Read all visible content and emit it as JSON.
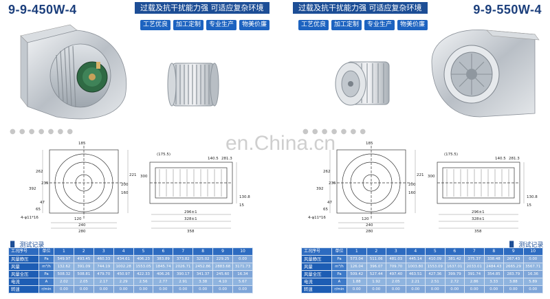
{
  "left": {
    "model": "9-9-450W-4",
    "banner": "过载及抗干扰能力强 可适应复杂环境",
    "tags": [
      "工艺优良",
      "加工定制",
      "专业生产",
      "物美价廉"
    ],
    "drawing_labels": [
      "185",
      "262",
      "235",
      "392",
      "221",
      "200",
      "160",
      "65",
      "47",
      "120",
      "4-φ11*16",
      "240",
      "280",
      "(175.5)",
      "300",
      "140.5",
      "281.3",
      "296±1",
      "328±1",
      "358",
      "130.8",
      "15"
    ],
    "record_title": "测试记录",
    "table": {
      "header": [
        "工况序号",
        "单位",
        "1",
        "2",
        "3",
        "4",
        "5",
        "6",
        "7",
        "8",
        "9",
        "10"
      ],
      "rows": [
        [
          "风量静压",
          "Pa",
          "549.97",
          "493.45",
          "460.33",
          "434.61",
          "406.23",
          "383.89",
          "373.82",
          "325.02",
          "229.25",
          "0.00"
        ],
        [
          "风量",
          "m³/h",
          "132.62",
          "391.09",
          "744.19",
          "1002.28",
          "1553.05",
          "1845.74",
          "2026.71",
          "2452.86",
          "2883.68",
          "3171.73"
        ],
        [
          "风量全压",
          "Pa",
          "508.32",
          "508.81",
          "479.70",
          "450.97",
          "422.33",
          "406.26",
          "390.17",
          "341.37",
          "245.60",
          "16.34"
        ],
        [
          "电流",
          "A",
          "2.02",
          "2.05",
          "2.17",
          "2.29",
          "2.56",
          "2.77",
          "2.91",
          "3.38",
          "4.10",
          "5.67"
        ],
        [
          "转速",
          "r/min",
          "0.00",
          "0.00",
          "0.00",
          "0.00",
          "0.00",
          "0.00",
          "0.00",
          "0.00",
          "0.00",
          "0.00"
        ]
      ]
    }
  },
  "right": {
    "model": "9-9-550W-4",
    "banner": "过载及抗干扰能力强 可适应复杂环境",
    "tags": [
      "工艺优良",
      "加工定制",
      "专业生产",
      "物美价廉"
    ],
    "drawing_labels": [
      "185",
      "262",
      "235",
      "392",
      "221",
      "200",
      "160",
      "65",
      "47",
      "120",
      "4-φ11*16",
      "240",
      "280",
      "(175.5)",
      "300",
      "140.5",
      "281.3",
      "296±1",
      "328±1",
      "358",
      "130.8",
      "15"
    ],
    "record_title": "测试记录",
    "table": {
      "header": [
        "工况序号",
        "单位",
        "1",
        "2",
        "3",
        "4",
        "5",
        "6",
        "7",
        "8",
        "9",
        "10"
      ],
      "rows": [
        [
          "风量静压",
          "Pa",
          "573.04",
          "511.06",
          "481.03",
          "445.14",
          "410.09",
          "381.42",
          "375.37",
          "338.48",
          "267.43",
          "0.00"
        ],
        [
          "风量",
          "m³/h",
          "126.04",
          "396.07",
          "709.70",
          "1003.80",
          "1553.09",
          "1637.01",
          "2033.01",
          "2484.43",
          "2665.29",
          "3567.71"
        ],
        [
          "风量全压",
          "Pa",
          "509.42",
          "527.44",
          "497.40",
          "463.51",
          "427.36",
          "399.79",
          "391.74",
          "354.85",
          "283.79",
          "16.36"
        ],
        [
          "电流",
          "A",
          "1.88",
          "1.92",
          "2.05",
          "2.21",
          "2.51",
          "2.72",
          "2.86",
          "3.33",
          "3.88",
          "5.89"
        ],
        [
          "转速",
          "r/min",
          "0.00",
          "0.00",
          "0.00",
          "0.00",
          "0.00",
          "0.00",
          "0.00",
          "0.00",
          "0.00",
          "0.00"
        ]
      ]
    }
  },
  "watermark": "en.China.cn"
}
